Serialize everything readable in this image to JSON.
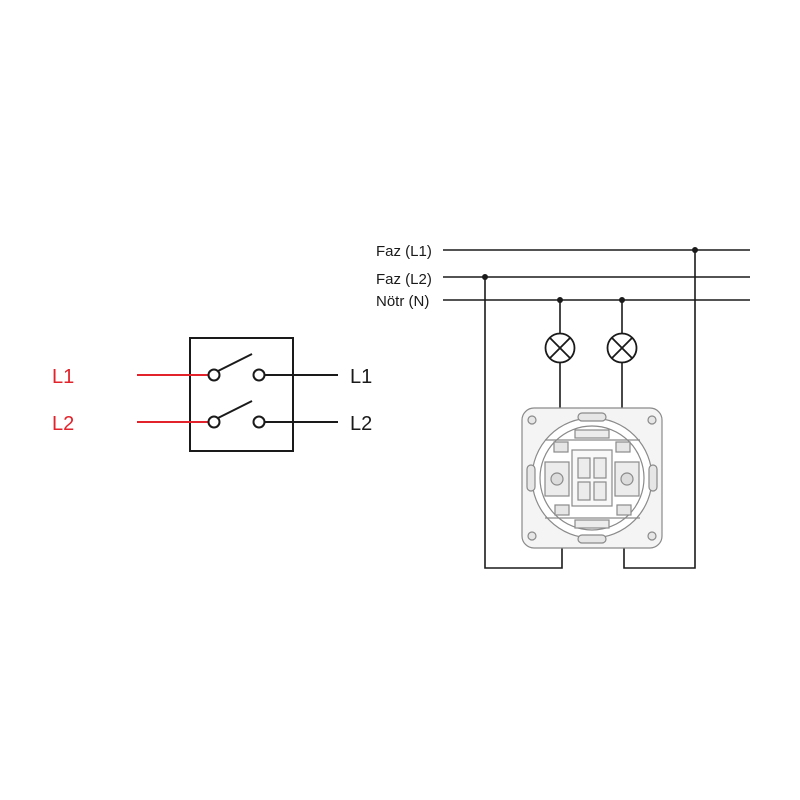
{
  "colors": {
    "background": "#ffffff",
    "line": "#1a1a1a",
    "input_red": "#e3232b",
    "device_stroke": "#8a8a8a",
    "device_fill": "#f4f4f4"
  },
  "schematic": {
    "input_labels": [
      "L1",
      "L2"
    ],
    "output_labels": [
      "L1",
      "L2"
    ]
  },
  "wiring": {
    "bus_labels": [
      "Faz (L1)",
      "Faz (L2)",
      "Nötr (N)"
    ]
  }
}
